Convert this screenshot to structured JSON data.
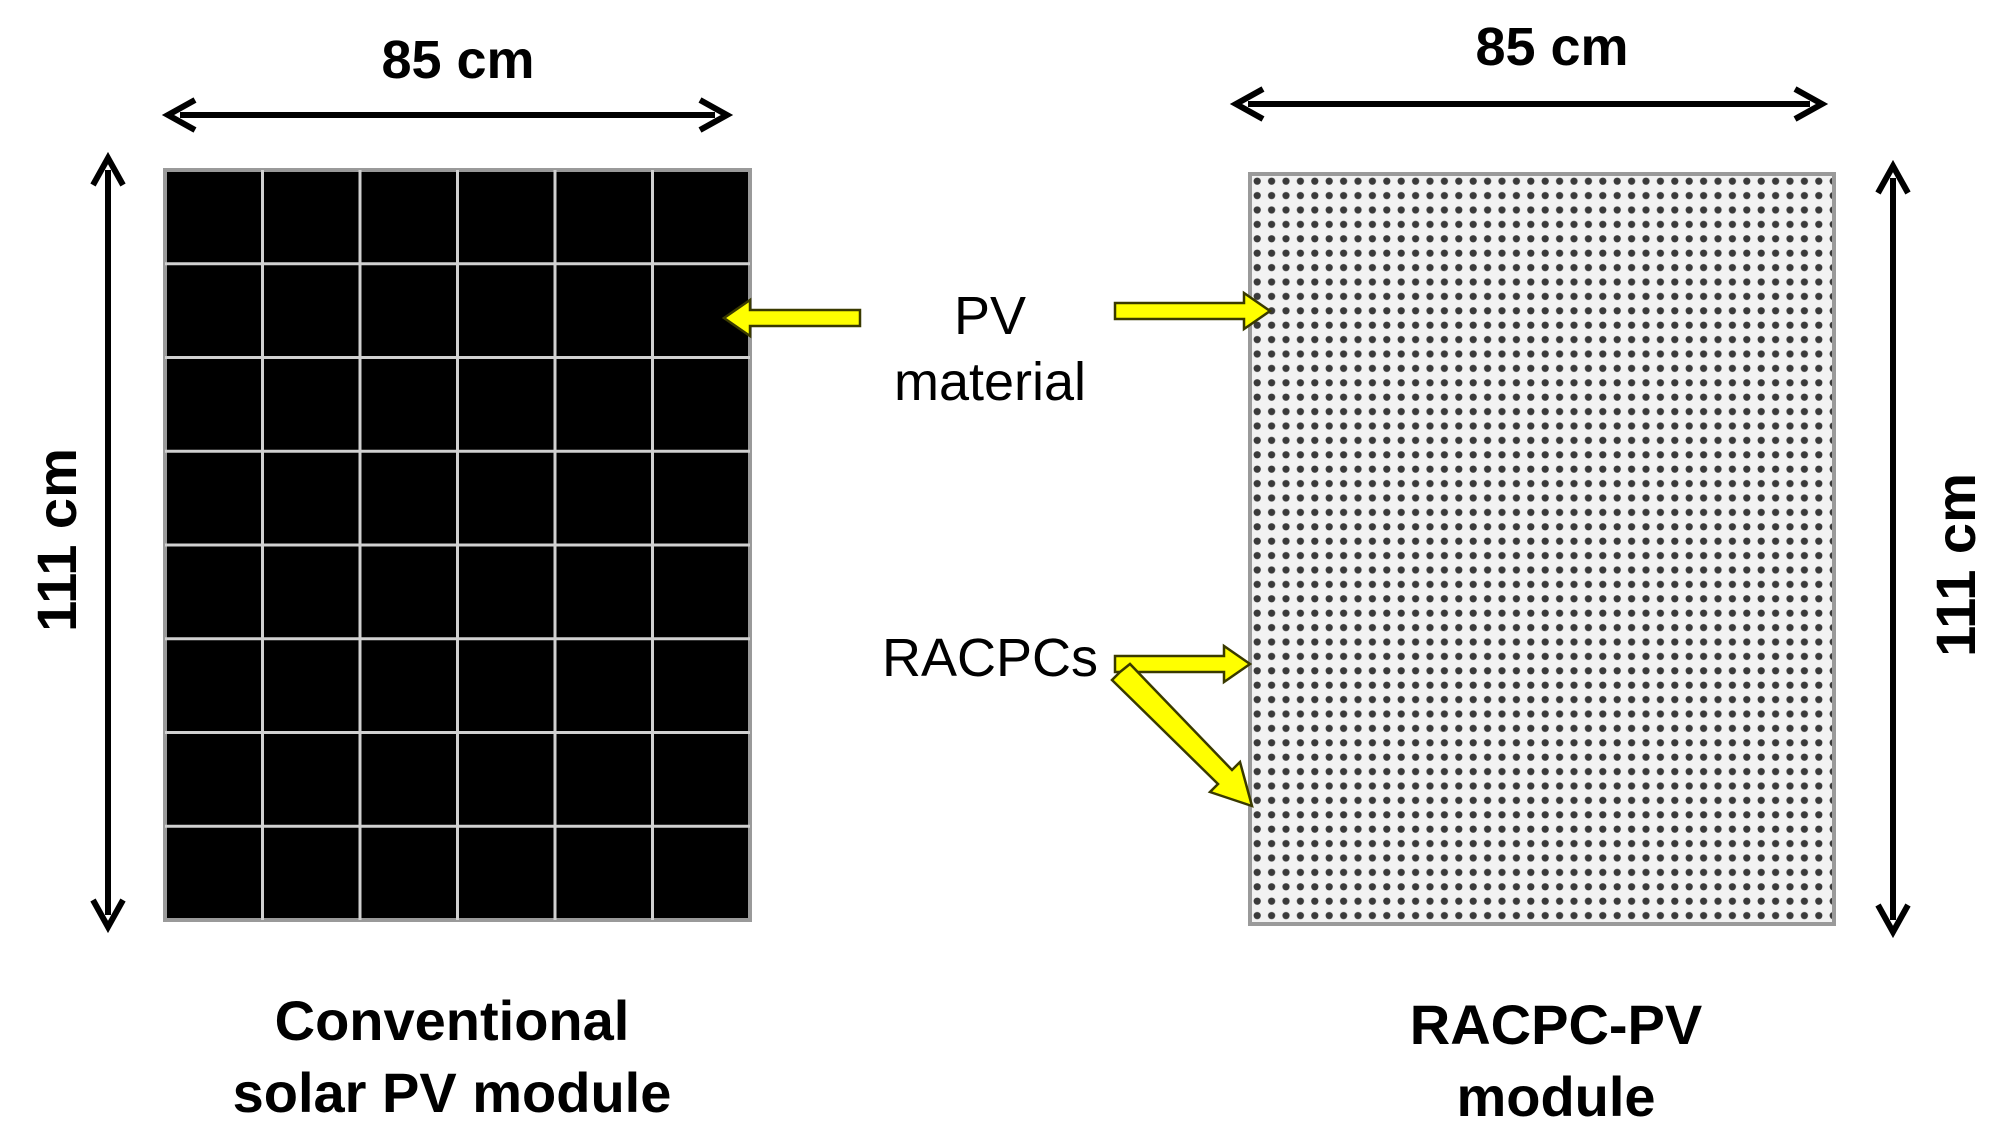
{
  "diagram": {
    "left_module": {
      "width_label": "85 cm",
      "height_label": "111 cm",
      "caption_line1": "Conventional",
      "caption_line2": "solar PV module",
      "grid_cols": 6,
      "grid_rows": 8
    },
    "right_module": {
      "width_label": "85 cm",
      "height_label": "111 cm",
      "caption_line1": "RACPC-PV",
      "caption_line2": "module"
    },
    "labels": {
      "pv_line1": "PV",
      "pv_line2": "material",
      "racpcs": "RACPCs"
    },
    "colors": {
      "cell_fill": "#000000",
      "grid_line": "#d0d0d0",
      "frame": "#9a9a9a",
      "pointer_arrow": "#ffff00",
      "pointer_outline": "#3a3a00",
      "dot": "#3a3a3a",
      "dot_bg": "#f2f2f2"
    },
    "icons": {
      "dimension_arrow": "double-headed-arrow-icon",
      "pointer_arrow": "yellow-arrow-icon"
    }
  }
}
